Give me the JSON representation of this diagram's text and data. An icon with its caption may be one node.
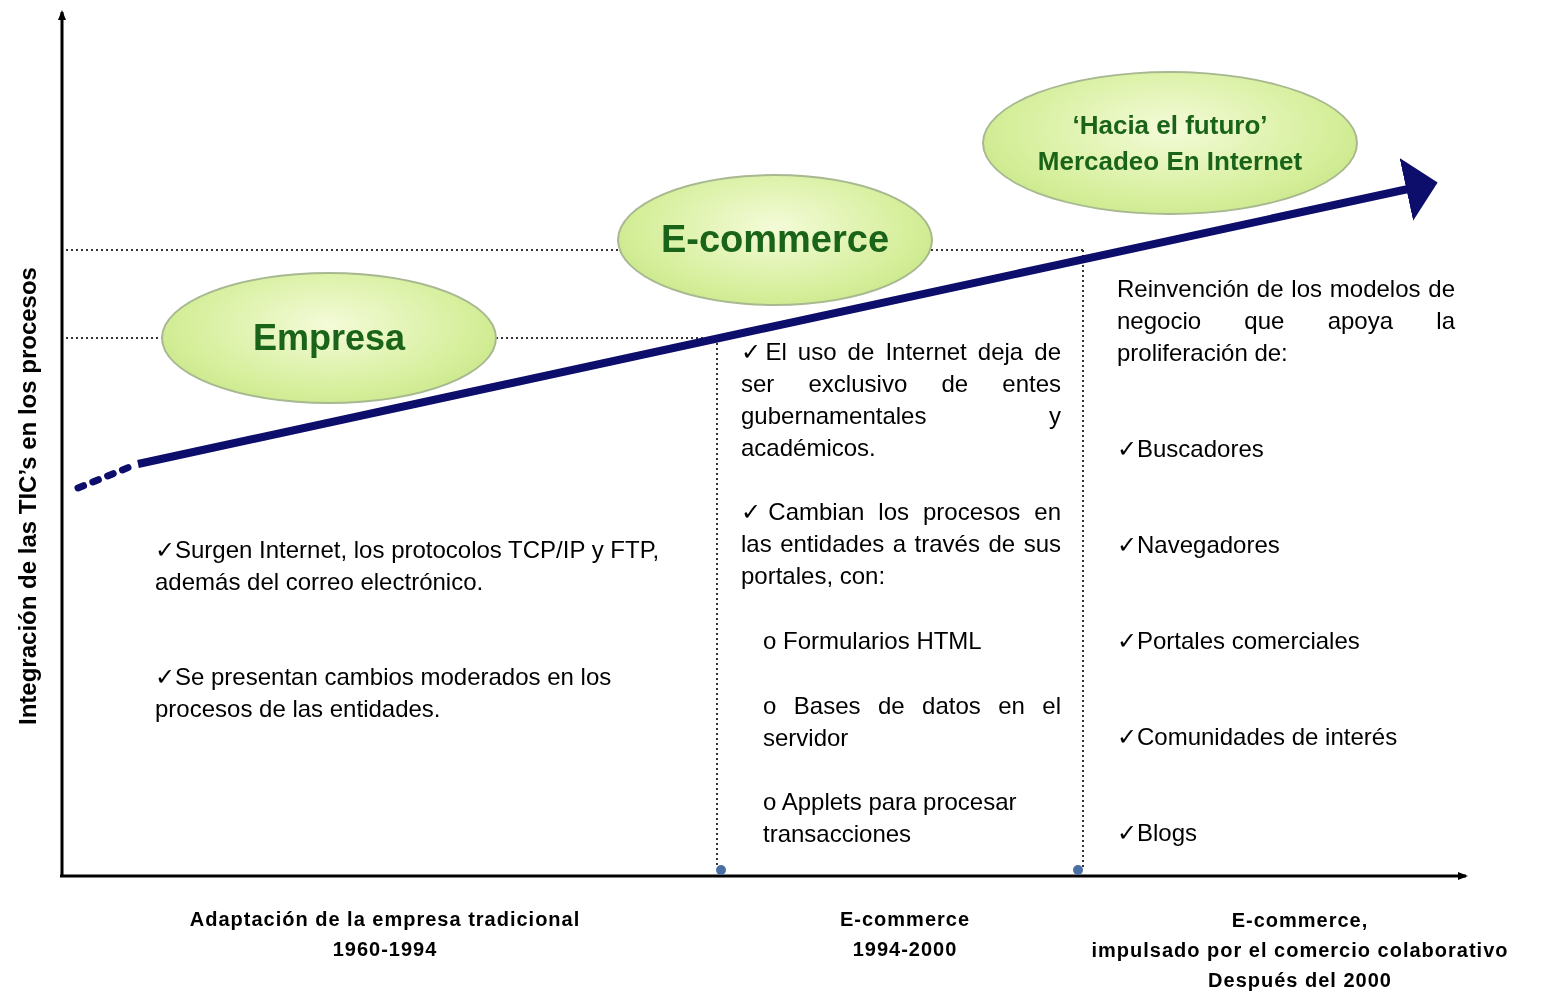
{
  "diagram": {
    "nodes": [
      {
        "text": [
          "Empresa"
        ]
      },
      {
        "text": [
          "E-commerce"
        ]
      },
      {
        "text": [
          "‘Hacia el futuro’",
          "Mercadeo En Internet"
        ]
      }
    ],
    "edges": [],
    "labels": [
      "Integración de las TIC’s en los procesos",
      "✓Surgen Internet, los protocolos TCP/IP y FTP, además del correo electrónico.",
      "✓Se presentan cambios moderados en los procesos de las entidades.",
      "✓El uso de Internet deja de ser exclusivo de entes gubernamentales y académicos.",
      "✓Cambian los procesos en las entidades a través de sus portales, con:",
      "o Formularios HTML",
      "o Bases de datos en el servidor",
      "o Applets para procesar transacciones",
      "Reinvención de los modelos de negocio que apoya la proliferación de:",
      "✓Buscadores",
      "✓Navegadores",
      "✓Portales comerciales",
      "✓Comunidades de interés",
      "✓Blogs",
      "Adaptación de la empresa tradicional",
      "1960-1994",
      "E-commerce",
      "1994-2000",
      "E-commerce,",
      "impulsado por el comercio colaborativo",
      "Después del 2000"
    ]
  }
}
